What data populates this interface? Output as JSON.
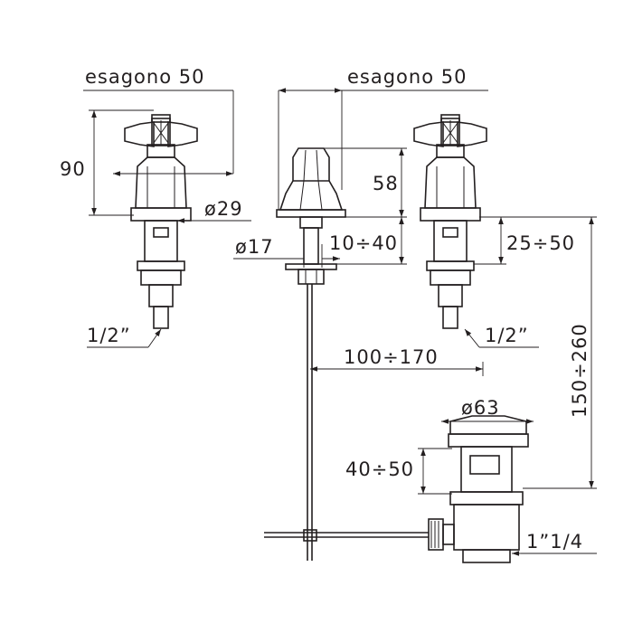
{
  "labels": {
    "hex_left": "esagono  50",
    "hex_center": "esagono  50",
    "height_90": "90",
    "height_58": "58",
    "dia_29": "ø29",
    "dia_17": "ø17",
    "range_10_40": "10÷40",
    "range_25_50": "25÷50",
    "thread_left": "1/2”",
    "thread_right": "1/2”",
    "range_100_170": "100÷170",
    "range_150_260": "150÷260",
    "dia_63": "ø63",
    "range_40_50": "40÷50",
    "thread_waste": "1”1/4"
  }
}
